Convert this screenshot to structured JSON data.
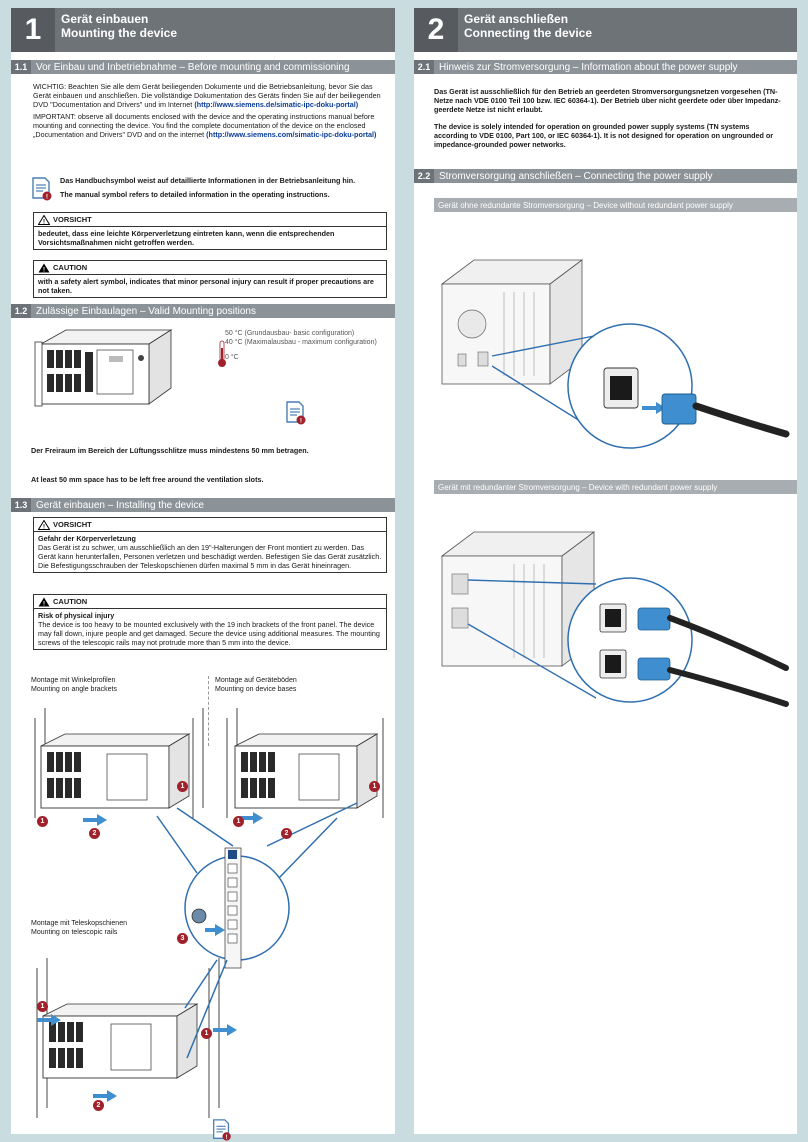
{
  "left": {
    "header": {
      "number": "1",
      "title_de": "Gerät einbauen",
      "title_en": "Mounting the device"
    },
    "s11": {
      "num": "1.1",
      "title": "Vor Einbau und Inbetriebnahme – Before mounting and commissioning",
      "para_de_1": "WICHTIG: Beachten Sie alle dem Gerät beiliegenden Dokumente und die Betriebsanleitung, bevor Sie das Gerät einbauen und anschließen. Die vollständige Dokumentation des Geräts finden Sie auf der beiliegenden DVD \"Documentation and Drivers\" und im Internet",
      "link_de": "(http://www.siemens.de/simatic-ipc-doku-portal)",
      "para_en_1": "IMPORTANT: observe all documents enclosed with the device and the operating instructions manual before mounting and connecting the device. You find the complete documentation of the device on the enclosed „Documentation and Drivers\" DVD and on the internet",
      "link_en": "(http://www.siemens.com/simatic-ipc-doku-portal)",
      "manual_de": "Das Handbuchsymbol weist auf detaillierte Informationen in der Betriebsanleitung hin.",
      "manual_en": "The manual symbol refers to detailed information in the operating instructions.",
      "warn1_title": "VORSICHT",
      "warn1_text": "bedeutet, dass eine leichte Körperverletzung eintreten kann, wenn die entsprechenden Vorsichtsmaßnahmen nicht getroffen werden.",
      "warn2_title": "CAUTION",
      "warn2_text": "with a safety alert symbol, indicates that minor personal injury can result if proper precautions are not taken."
    },
    "s12": {
      "num": "1.2",
      "title": "Zulässige Einbaulagen – Valid Mounting positions",
      "temp1": "50 °C (Grundausbau- basic configuration)",
      "temp2": "40 °C (Maximalausbau - maximum configuration)",
      "temp3": "0 °C",
      "space_de": "Der Freiraum im Bereich der Lüftungsschlitze muss mindestens 50 mm betragen.",
      "space_en": "At least 50 mm space has to be left free around the ventilation slots."
    },
    "s13": {
      "num": "1.3",
      "title": "Gerät einbauen – Installing the device",
      "warn1_title": "VORSICHT",
      "warn1_head": "Gefahr der Körperverletzung",
      "warn1_text": "Das Gerät ist zu schwer, um ausschließlich an den 19\"-Halterungen der Front montiert zu werden. Das Gerät kann herunterfallen, Personen verletzen und beschädigt werden. Befestigen Sie das Gerät zusätzlich. Die Befestigungsschrauben der Teleskopschienen dürfen maximal 5 mm in das Gerät hineinragen.",
      "warn2_title": "CAUTION",
      "warn2_head": "Risk of physical injury",
      "warn2_text": "The device is too heavy to be mounted exclusively with the 19 inch brackets of the front panel. The device may fall down, injure people and get damaged. Secure the device using additional measures. The mounting screws of the telescopic rails may not protrude more than 5 mm into the device.",
      "cap1_de": "Montage mit Winkelprofilen",
      "cap1_en": "Mounting on angle brackets",
      "cap2_de": "Montage auf Geräteböden",
      "cap2_en": "Mounting on device bases",
      "cap3_de": "Montage mit Teleskopschienen",
      "cap3_en": "Mounting on telescopic rails",
      "badge1": "1",
      "badge2": "2",
      "badge3": "3"
    }
  },
  "right": {
    "header": {
      "number": "2",
      "title_de": "Gerät anschließen",
      "title_en": "Connecting the device"
    },
    "s21": {
      "num": "2.1",
      "title": "Hinweis zur Stromversorgung – Information about the power supply",
      "para_de": "Das Gerät ist ausschließlich für den Betrieb an geerdeten Stromversorgungsnetzen vorgesehen (TN-Netze nach VDE 0100 Teil 100 bzw. IEC 60364-1). Der Betrieb über nicht geerdete oder über Impedanz-geerdete Netze ist nicht erlaubt.",
      "para_en": "The device is solely intended for operation on grounded power supply systems (TN systems according to VDE 0100, Part 100, or IEC 60364-1). It is not designed for operation on ungrounded or impedance-grounded power networks."
    },
    "s22": {
      "num": "2.2",
      "title": "Stromversorgung anschließen – Connecting the power supply",
      "sub1": "Gerät ohne redundante Stromversorgung – Device without redundant power supply",
      "sub2": "Gerät mit redundanter Stromversorgung – Device with redundant power supply"
    }
  },
  "colors": {
    "page_bg": "#c9dde1",
    "header_bg": "#6e7378",
    "section_bg": "#8c9398",
    "subsection_bg": "#a8adb1",
    "accent_blue": "#3f8fd0",
    "badge_red": "#a0212b"
  }
}
